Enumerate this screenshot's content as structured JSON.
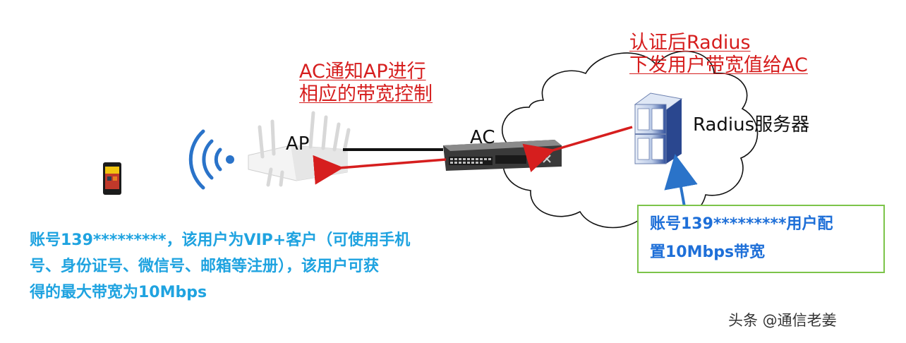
{
  "labels": {
    "ap": "AP",
    "ac": "AC",
    "radius_server": "Radius服务器"
  },
  "notes": {
    "ac_notify": [
      "AC通知AP进行",
      "相应的带宽控制"
    ],
    "radius_auth": [
      "认证后Radius",
      "下发用户带宽值给AC"
    ]
  },
  "user_description": [
    "账号139*********，该用户为VIP+客户（可使用手机",
    "号、身份证号、微信号、邮箱等注册），该用户可获",
    "得的最大带宽为10Mbps"
  ],
  "config_box": [
    "账号139*********用户配",
    "置10Mbps带宽"
  ],
  "watermark": "头条 @通信老姜",
  "colors": {
    "red": "#d61e1e",
    "blue_text": "#1fa3e0",
    "config_text": "#1e6fd8",
    "box_border": "#7cc44a",
    "wifi_blue": "#2a73c9"
  }
}
